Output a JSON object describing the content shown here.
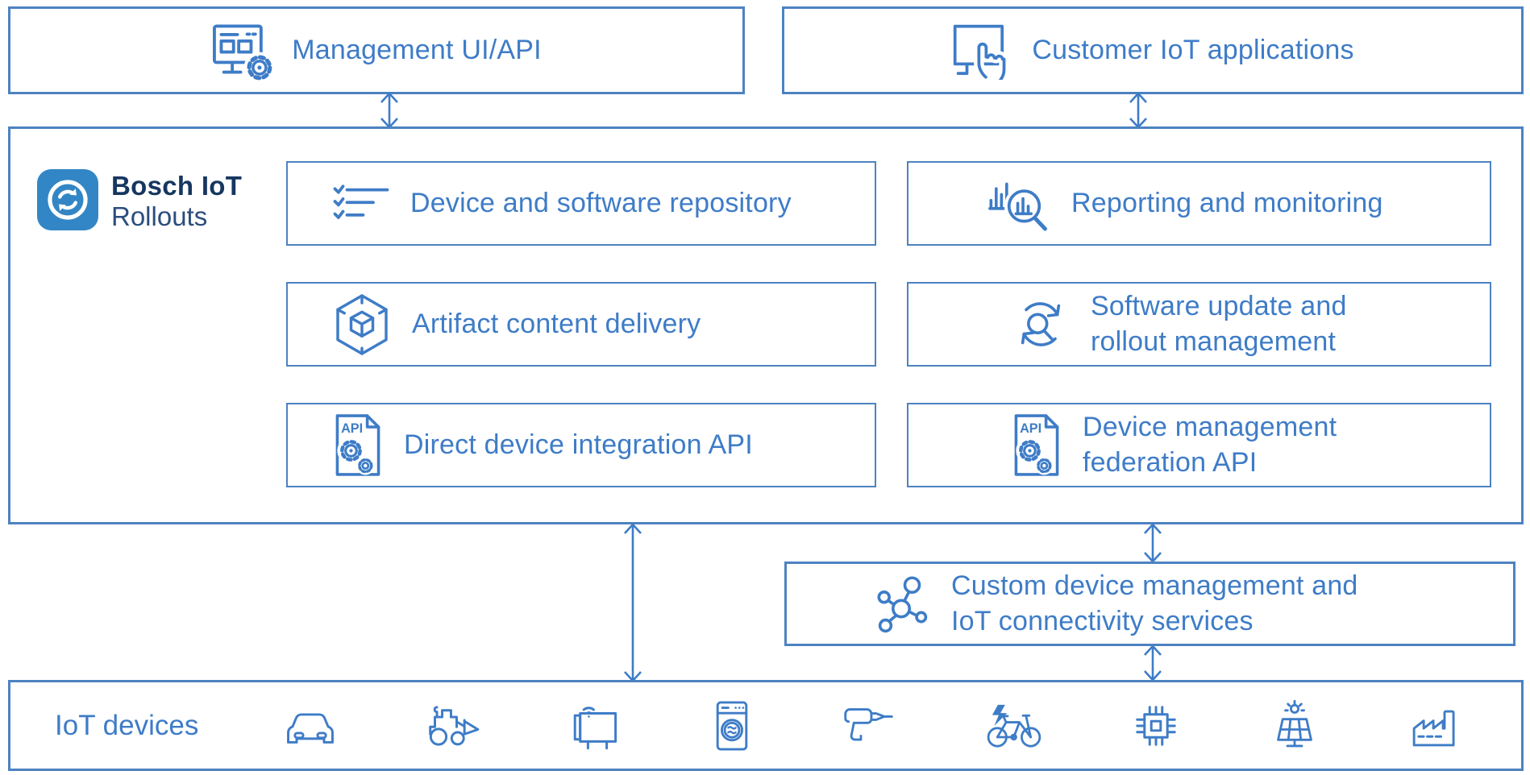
{
  "colors": {
    "border": "#4d82c1",
    "text": "#3e7cc7",
    "brand-navy": "#16365f",
    "brand-blue": "#2b4d7e",
    "logo-bg": "#3386c5"
  },
  "top_row": {
    "management_label": "Management UI/API",
    "customer_label": "Customer IoT applications"
  },
  "platform": {
    "brand_line1": "Bosch IoT",
    "brand_line2": "Rollouts",
    "modules": [
      {
        "label": "Device and software repository",
        "icon": "checklist-icon"
      },
      {
        "label": "Artifact content delivery",
        "icon": "package-cube-icon"
      },
      {
        "label": "Direct device integration API",
        "icon": "api-document-icon"
      },
      {
        "label": "Reporting and monitoring",
        "icon": "chart-magnifier-icon"
      },
      {
        "label": "Software update and\nrollout management",
        "icon": "update-cycle-icon"
      },
      {
        "label": "Device management\nfederation API",
        "icon": "api-document-icon"
      }
    ]
  },
  "connectivity": {
    "label": "Custom device management and\nIoT connectivity services",
    "icon": "network-nodes-icon"
  },
  "devices": {
    "label": "IoT devices",
    "icons": [
      "car",
      "wheel-loader",
      "connected-display",
      "washing-machine",
      "power-drill",
      "e-bike",
      "microchip",
      "solar-panel",
      "factory"
    ]
  },
  "icon_text": {
    "api": "API"
  }
}
